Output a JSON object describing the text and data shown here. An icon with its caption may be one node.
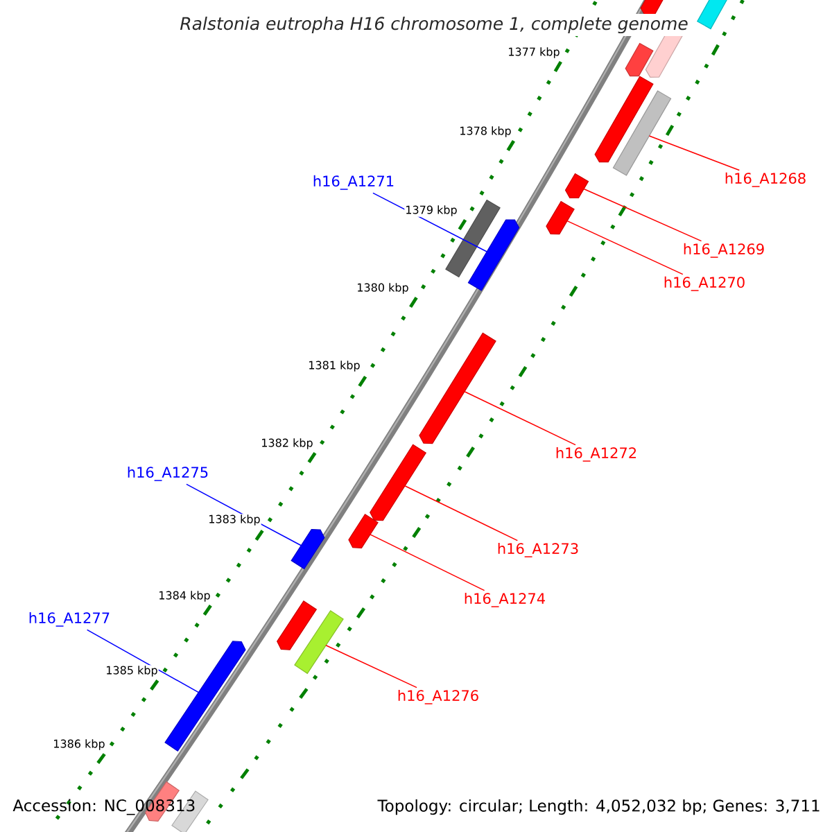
{
  "diagram": {
    "title": "Ralstonia eutropha H16 chromosome 1, complete genome",
    "nodes": [
      {
        "text": [
          "h16_A1268"
        ]
      },
      {
        "text": [
          "h16_A1271"
        ]
      },
      {
        "text": [
          "h16_A1269"
        ]
      },
      {
        "text": [
          "h16_A1270"
        ]
      },
      {
        "text": [
          "h16_A1272"
        ]
      },
      {
        "text": [
          "h16_A1275"
        ]
      },
      {
        "text": [
          "h16_A1273"
        ]
      },
      {
        "text": [
          "h16_A1274"
        ]
      },
      {
        "text": [
          "h16_A1277"
        ]
      },
      {
        "text": [
          "h16_A1276"
        ]
      },
      {
        "text": [],
        "shape": "bar"
      },
      {
        "text": [],
        "shape": "arrow"
      },
      {
        "text": [],
        "shape": "arrow"
      },
      {
        "text": [],
        "shape": "arrow"
      },
      {
        "text": [],
        "shape": "arrow"
      },
      {
        "text": [],
        "shape": "arrow"
      },
      {
        "text": [],
        "shape": "arrow"
      },
      {
        "text": [],
        "shape": "arrow"
      },
      {
        "text": [],
        "shape": "arrow"
      },
      {
        "text": [],
        "shape": "bar"
      }
    ],
    "edges": [
      {
        "from": 0,
        "to": 10,
        "arrow": "none"
      },
      {
        "from": 1,
        "to": 11,
        "arrow": "none",
        "color": "#0000ff"
      },
      {
        "from": 2,
        "to": 12,
        "arrow": "none"
      },
      {
        "from": 3,
        "to": 13,
        "arrow": "none"
      },
      {
        "from": 4,
        "to": 14,
        "arrow": "none"
      },
      {
        "from": 5,
        "to": 15,
        "arrow": "none",
        "color": "#0000ff"
      },
      {
        "from": 6,
        "to": 16,
        "arrow": "none"
      },
      {
        "from": 7,
        "to": 17,
        "arrow": "none"
      },
      {
        "from": 8,
        "to": 18,
        "arrow": "none",
        "color": "#0000ff"
      },
      {
        "from": 9,
        "to": 19,
        "arrow": "none"
      }
    ],
    "labels": [
      "1377 kbp",
      "1378 kbp",
      "1379 kbp",
      "1380 kbp",
      "1381 kbp",
      "1382 kbp",
      "1383 kbp",
      "1384 kbp",
      "1385 kbp",
      "1386 kbp",
      "Accession: NC_008313",
      "Topology: circular; Length: 4,052,032 bp; Genes: 3,711"
    ]
  }
}
